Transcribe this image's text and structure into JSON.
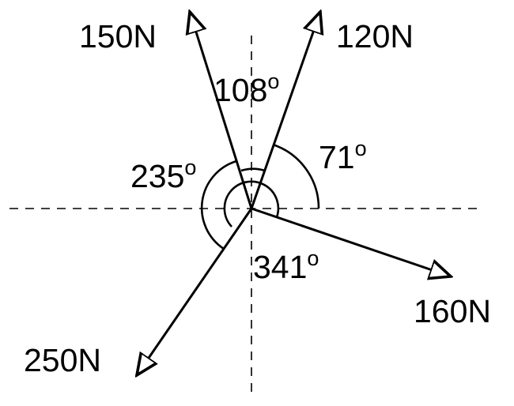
{
  "forces": [
    {
      "label": "150N",
      "angle": "108"
    },
    {
      "label": "120N",
      "angle": "71"
    },
    {
      "label": "250N",
      "angle": "235"
    },
    {
      "label": "160N",
      "angle": "341"
    }
  ],
  "degree_symbol": "o"
}
